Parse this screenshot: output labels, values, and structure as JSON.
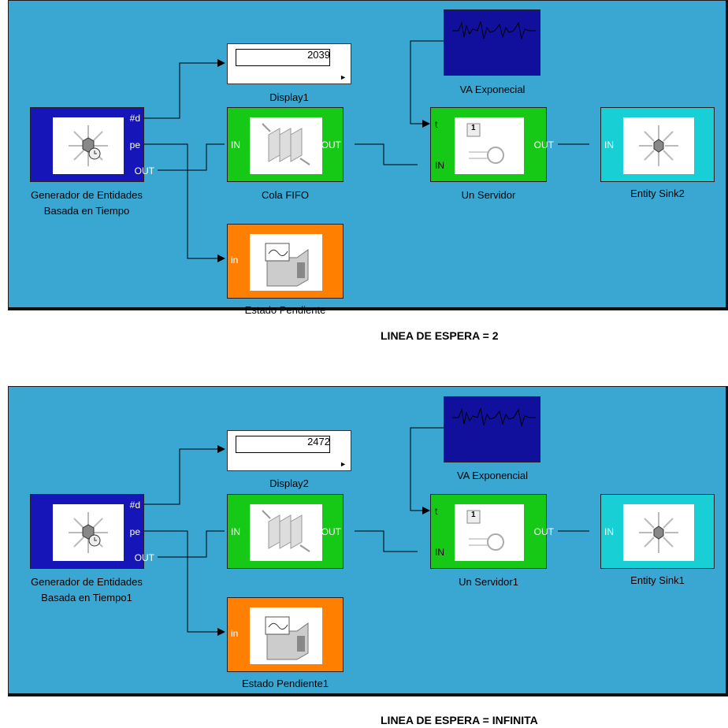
{
  "models": [
    {
      "display": {
        "value": "2039",
        "label": "Display1"
      },
      "generator": {
        "label_line1": "Generador de Entidades",
        "label_line2": "Basada en Tiempo",
        "port_d": "#d",
        "port_pe": "pe",
        "port_out": "OUT"
      },
      "queue": {
        "label": "Cola FIFO",
        "port_in": "IN",
        "port_out": "OUT"
      },
      "server": {
        "label": "Un Servidor",
        "port_t": "t",
        "port_in": "IN",
        "port_out": "OUT",
        "icon_number": "1"
      },
      "rv": {
        "label": "VA Exponecial"
      },
      "sink": {
        "label": "Entity Sink2",
        "port_in": "IN"
      },
      "pending": {
        "label": "Estado Pendiente",
        "port_in": "in"
      },
      "caption": "LINEA DE ESPERA = 2"
    },
    {
      "display": {
        "value": "2472",
        "label": "Display2"
      },
      "generator": {
        "label_line1": "Generador de Entidades",
        "label_line2": "Basada en Tiempo1",
        "port_d": "#d",
        "port_pe": "pe",
        "port_out": "OUT"
      },
      "queue": {
        "label": "",
        "port_in": "IN",
        "port_out": "OUT"
      },
      "server": {
        "label": "Un Servidor1",
        "port_t": "t",
        "port_in": "IN",
        "port_out": "OUT",
        "icon_number": "1"
      },
      "rv": {
        "label": "VA Exponencial"
      },
      "sink": {
        "label": "Entity Sink1",
        "port_in": "IN"
      },
      "pending": {
        "label": "Estado Pendiente1",
        "port_in": "in"
      },
      "caption": "LINEA DE ESPERA = INFINITA"
    }
  ],
  "colors": {
    "background": "#3aa6d2",
    "generator": "#1515b8",
    "queue": "#16c916",
    "server": "#16c916",
    "rv": "#10109c",
    "sink": "#18cfd6",
    "pending": "#ff7f00",
    "display": "#ffffff"
  }
}
